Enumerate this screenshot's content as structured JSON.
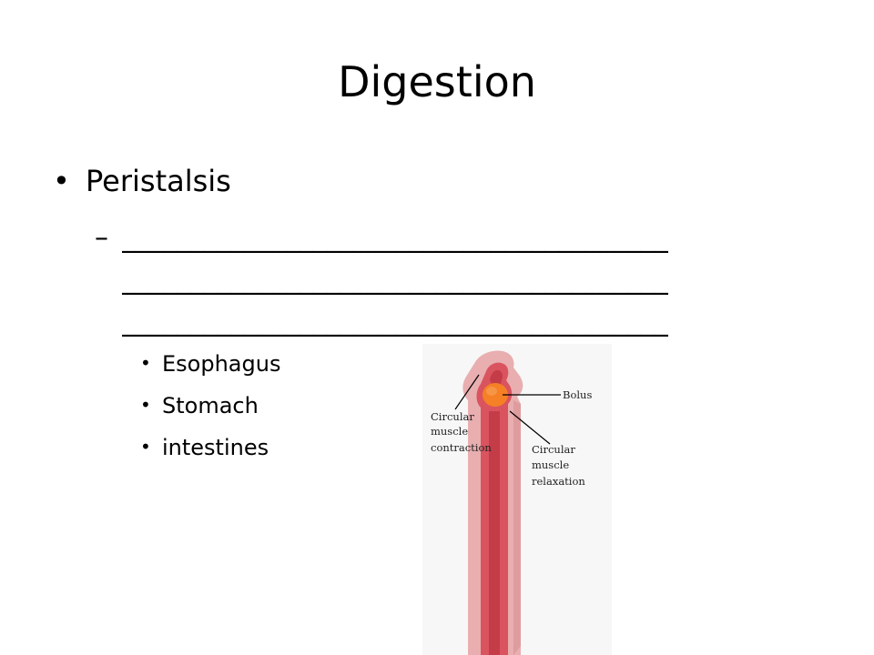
{
  "slide": {
    "title": "Digestion",
    "bullet_main": "Peristalsis",
    "dash": "–",
    "blank_lines": [
      "________________________________________",
      "________________________________________",
      "________________________________________"
    ],
    "sub_items": [
      "Esophagus",
      "Stomach",
      "intestines"
    ]
  },
  "figure": {
    "labels": {
      "bolus": "Bolus",
      "contraction": [
        "Circular",
        "muscle",
        "contraction"
      ],
      "relaxation": [
        "Circular",
        "muscle",
        "relaxation"
      ]
    },
    "colors": {
      "outer_wall": "#e8aeb0",
      "inner_wall": "#d9545e",
      "lumen": "#c43c48",
      "bolus": "#f58025",
      "background": "#f7f7f7"
    }
  }
}
